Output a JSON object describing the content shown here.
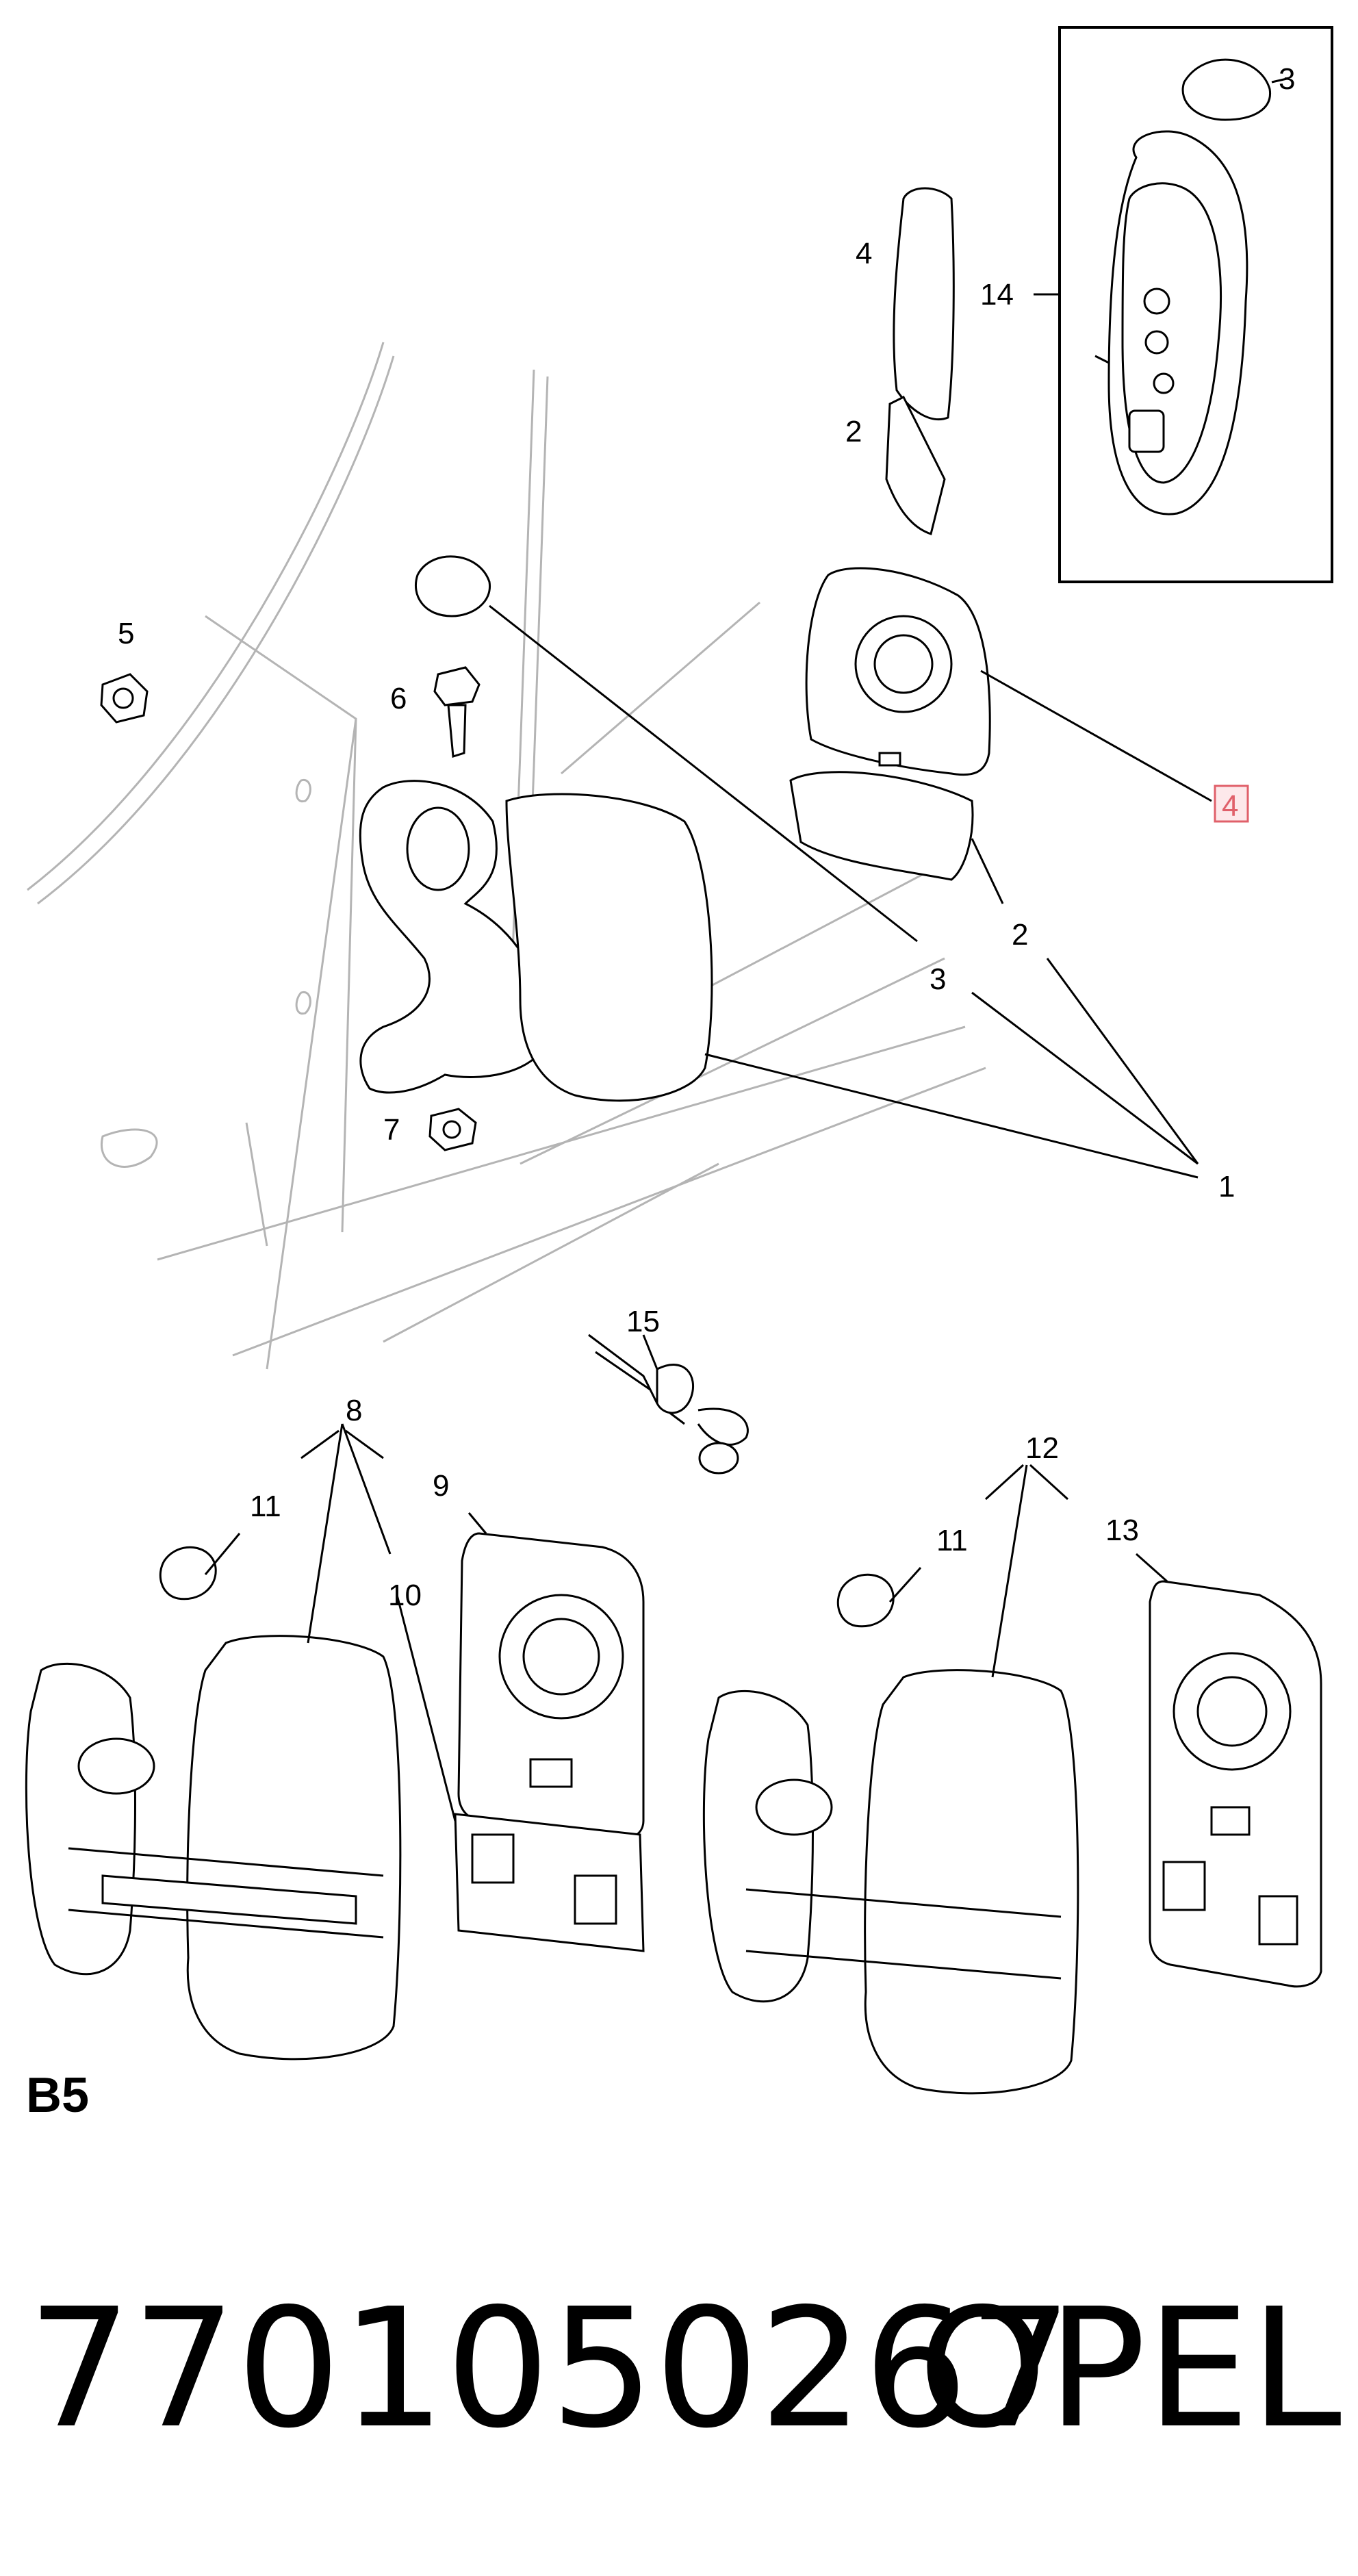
{
  "callouts": {
    "c1": "1",
    "c2a": "2",
    "c2b": "2",
    "c3a": "3",
    "c3b": "3",
    "c4a": "4",
    "c4b": "4",
    "c5": "5",
    "c6": "6",
    "c7": "7",
    "c8": "8",
    "c9": "9",
    "c10": "10",
    "c11a": "11",
    "c11b": "11",
    "c12": "12",
    "c13": "13",
    "c14": "14",
    "c15": "15"
  },
  "section_label": "B5",
  "footer": {
    "part_number": "7701050267",
    "brand": "OPEL"
  },
  "colors": {
    "line": "#000000",
    "faint": "#b4b4b4",
    "highlight": "#e0606a",
    "highlight_fill": "#fde8ea"
  }
}
